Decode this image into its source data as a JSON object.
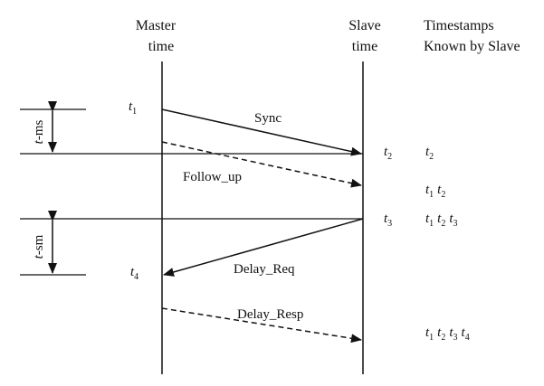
{
  "headers": {
    "master": [
      "Master",
      "time"
    ],
    "slave": [
      "Slave",
      "time"
    ],
    "known": [
      "Timestamps",
      "Known by Slave"
    ]
  },
  "messages": {
    "sync": "Sync",
    "follow_up": "Follow_up",
    "delay_req": "Delay_Req",
    "delay_resp": "Delay_Resp"
  },
  "intervals": {
    "ms": {
      "var": "t",
      "suffix": "-ms"
    },
    "sm": {
      "var": "t",
      "suffix": "-sm"
    }
  },
  "timestamps": {
    "master": [
      {
        "var": "t",
        "sub": "1"
      },
      {
        "var": "t",
        "sub": "4"
      }
    ],
    "slave": [
      {
        "var": "t",
        "sub": "2"
      },
      {
        "var": "t",
        "sub": "3"
      }
    ]
  },
  "known_rows": [
    [
      {
        "var": "t",
        "sub": "2"
      }
    ],
    [
      {
        "var": "t",
        "sub": "1"
      },
      {
        "var": "t",
        "sub": "2"
      }
    ],
    [
      {
        "var": "t",
        "sub": "1"
      },
      {
        "var": "t",
        "sub": "2"
      },
      {
        "var": "t",
        "sub": "3"
      }
    ],
    [
      {
        "var": "t",
        "sub": "1"
      },
      {
        "var": "t",
        "sub": "2"
      },
      {
        "var": "t",
        "sub": "3"
      },
      {
        "var": "t",
        "sub": "4"
      }
    ]
  ]
}
